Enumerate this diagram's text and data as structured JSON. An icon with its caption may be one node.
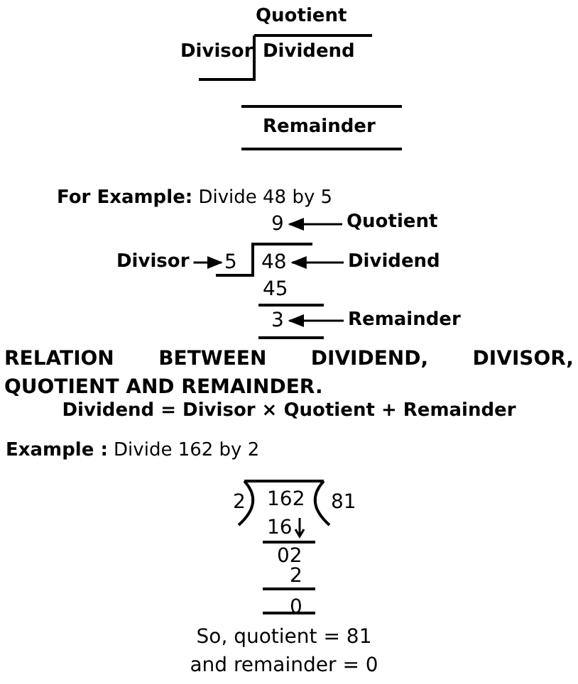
{
  "diagram": {
    "nodes": [
      {
        "text": [
          "9"
        ]
      },
      {
        "text": [
          "Quotient"
        ]
      },
      {
        "text": [
          "5"
        ]
      },
      {
        "text": [
          "Divisor"
        ]
      },
      {
        "text": [
          "48"
        ]
      },
      {
        "text": [
          "Dividend"
        ]
      },
      {
        "text": [
          "3"
        ]
      },
      {
        "text": [
          "Remainder"
        ]
      }
    ],
    "edges": [
      {
        "from": 1,
        "to": 0,
        "arrow": "to"
      },
      {
        "from": 3,
        "to": 2,
        "arrow": "to"
      },
      {
        "from": 5,
        "to": 4,
        "arrow": "to"
      },
      {
        "from": 7,
        "to": 6,
        "arrow": "to"
      }
    ],
    "labels": [
      "Quotient",
      "Divisor",
      "Dividend",
      "Remainder",
      "**For  Example:** Divide 48 by 5",
      "45",
      "RELATION BETWEEN DIVIDEND, DIVISOR, QUOTIENT AND REMAINDER.",
      "Dividend = Divisor × Quotient + Remainder",
      "**Example :** Divide 162 by 2",
      "2",
      "162",
      "81",
      "16",
      "02",
      "2",
      "0",
      "So, quotient = 81",
      "and remainder = 0"
    ]
  }
}
